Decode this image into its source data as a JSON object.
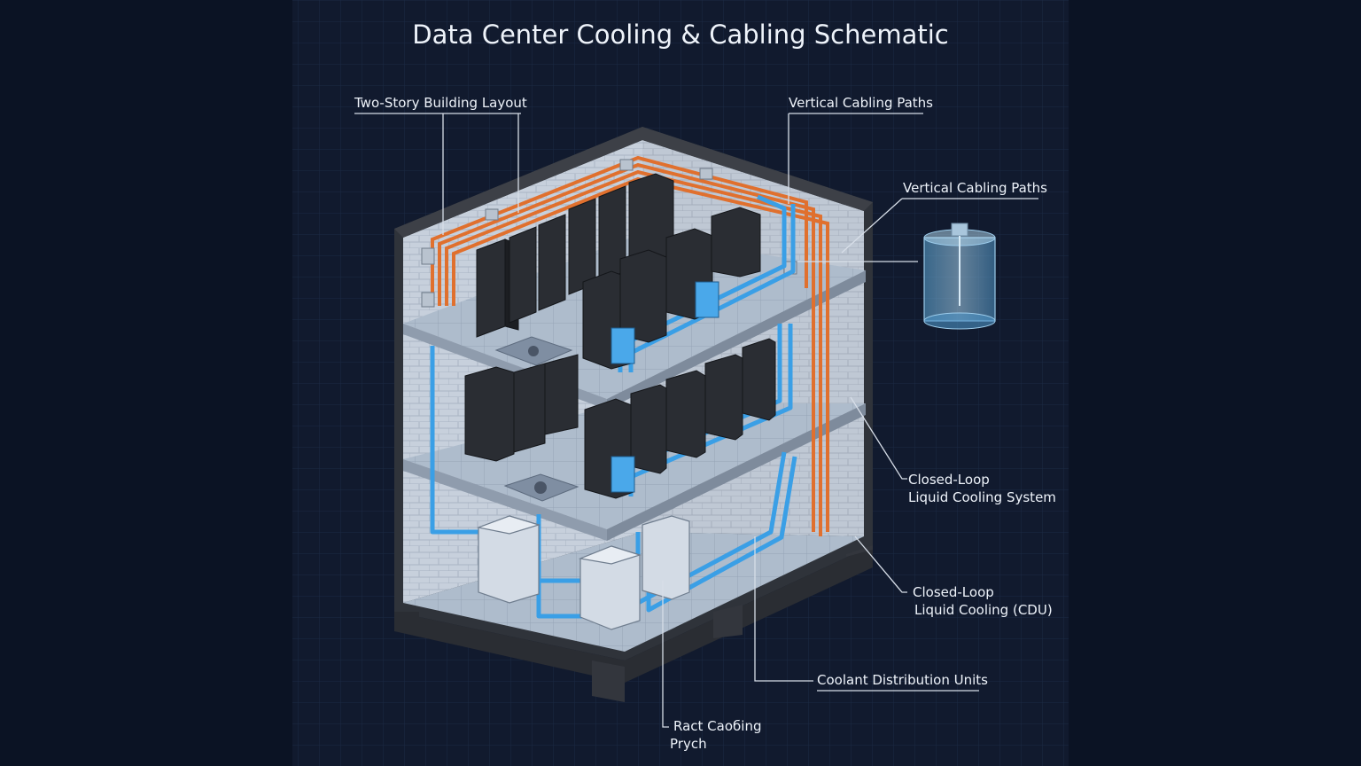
{
  "title": "Data Center Cooling & Cabling Schematic",
  "labels": {
    "building_layout": "Two-Story Building Layout",
    "vertical_cabling_top": "Vertical Cabling Paths",
    "vertical_cabling_side": "Vertical Cabling Paths",
    "closed_loop_1_line1": "Closed-Loop",
    "closed_loop_1_line2": "Liquid Cooling System",
    "closed_loop_2_line1": "Closed-Loop",
    "closed_loop_2_line2": "Liquid Cooling (CDU)",
    "coolant_units": "Coolant Distribution Units",
    "rack_cabling_line1": "Ract Caобing",
    "rack_cabling_line2": "Prych"
  },
  "colors": {
    "background": "#0b1324",
    "panel": "#111a2e",
    "grid": "#1c2a44",
    "coolant": "#3a9fe6",
    "cabling": "#e0702e",
    "wall": "#c3ccd8",
    "floor": "#a9b6c6",
    "frame": "#3a3d44",
    "rack": "#23262c",
    "text": "#eef3fa",
    "leader": "#d7dee8"
  }
}
